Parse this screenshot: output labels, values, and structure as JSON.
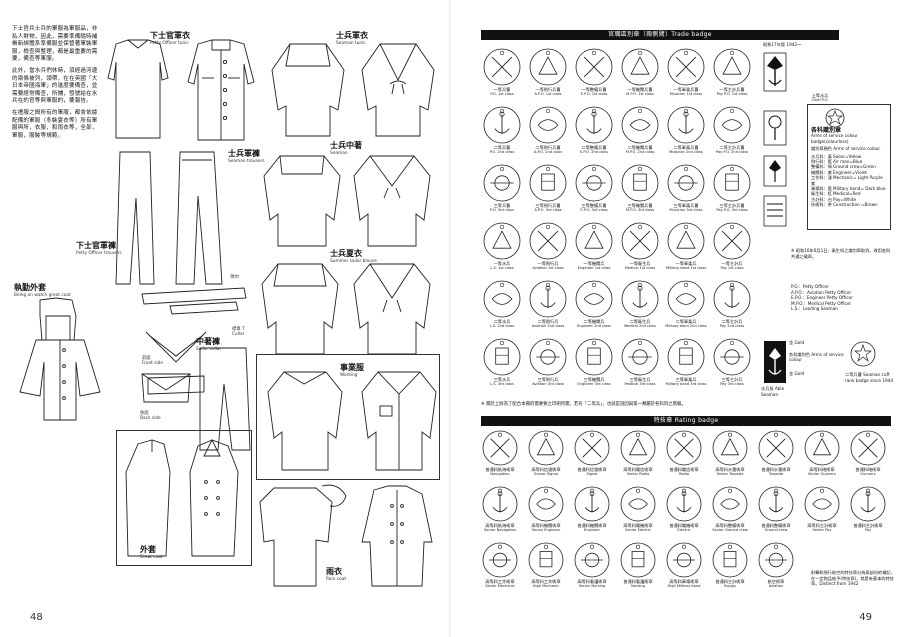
{
  "left_page": {
    "page_number": "48",
    "intro_paragraphs": [
      "下士官兵士兵的軍服為軍服品，非私人財物，因此，需要準備隨時補帳新綁體系準備服並保管著軍裝軍服，檢查與整理，都是最重要的需要，備查等軍服。",
      "此外，當水兵們休時，須經過河邊的兩條被列，領帶，在在英國「大日本帝國海軍」的進度要備查，並需要經常備查，所鋪，發號給在水兵在的官等與軍服的，要報告。",
      "在禮服之間所有的軍服，都會依據配備的軍服（冬裝夏衣等）所有軍服與所，衣服，和雨衣等，全部，軍服，服裝等規範。"
    ],
    "figures": [
      {
        "zh": "下士官軍衣",
        "en": "Petty Officer tunic"
      },
      {
        "zh": "士兵軍衣",
        "en": "Seaman tunic"
      },
      {
        "zh": "士兵軍褲",
        "en": "Seaman trousers"
      },
      {
        "zh": "士兵中著",
        "en": "Seaman"
      },
      {
        "zh": "下士官軍褲",
        "en": "Petty Officer trousers"
      },
      {
        "zh": "士兵夏衣",
        "en": "Summer sailor blouse"
      },
      {
        "zh": "執勤外套",
        "en": "Being on watch great coat"
      },
      {
        "zh": "領巾",
        "en": ""
      },
      {
        "zh": "襟章 T",
        "en": "Collar"
      },
      {
        "zh": "前面",
        "en": "Front side"
      },
      {
        "zh": "中著褲",
        "en": "Sailor collar"
      },
      {
        "zh": "事業服",
        "en": "Working"
      },
      {
        "zh": "後面",
        "en": "Back side"
      },
      {
        "zh": "外套",
        "en": "Great coat"
      },
      {
        "zh": "雨衣",
        "en": "Rain coat"
      }
    ]
  },
  "right_page": {
    "page_number": "49",
    "trade_header": "官職區別章（兩側臂）Trade badge",
    "rating_header": "特技章  Rating badge",
    "trade_note": "昭和17年版 1942〜",
    "chief_label": {
      "zh": "上等水兵",
      "en": "Chief P.O."
    },
    "trade_rows": [
      [
        {
          "zh": "一等兵曹",
          "en": "P.O. 1st class"
        },
        {
          "zh": "一等飛行兵曹",
          "en": "A.P.O. 1st class"
        },
        {
          "zh": "一等整備兵曹",
          "en": "E.P.O. 1st class"
        },
        {
          "zh": "一等機關兵曹",
          "en": "M.P.O. 1st class"
        },
        {
          "zh": "一等軍楽兵曹",
          "en": "Musician 1st class"
        },
        {
          "zh": "一等主計兵曹",
          "en": "Pay P.O. 1st class"
        }
      ],
      [
        {
          "zh": "二等兵曹",
          "en": "P.O. 2nd class"
        },
        {
          "zh": "二等飛行兵曹",
          "en": "A.P.O. 2nd class"
        },
        {
          "zh": "二等整備兵曹",
          "en": "E.P.O. 2nd class"
        },
        {
          "zh": "二等機關兵曹",
          "en": "M.P.O. 2nd class"
        },
        {
          "zh": "二等軍楽兵曹",
          "en": "Musician 2nd class"
        },
        {
          "zh": "二等主計兵曹",
          "en": "Pay P.O. 2nd class"
        }
      ],
      [
        {
          "zh": "三等兵曹",
          "en": "P.O. 3rd class"
        },
        {
          "zh": "三等飛行兵曹",
          "en": "A.P.O. 3rd class"
        },
        {
          "zh": "三等整備兵曹",
          "en": "E.P.O. 3rd class"
        },
        {
          "zh": "三等機關兵曹",
          "en": "M.P.O. 3rd class"
        },
        {
          "zh": "三等軍楽兵曹",
          "en": "Musician 3rd class"
        },
        {
          "zh": "三等主計兵曹",
          "en": "Pay P.O. 3rd class"
        }
      ],
      [
        {
          "zh": "一等水兵",
          "en": "L.S. 1st class"
        },
        {
          "zh": "一等飛行兵",
          "en": "Aviation 1st class"
        },
        {
          "zh": "一等機關兵",
          "en": "Engineer 1st class"
        },
        {
          "zh": "一等衛生兵",
          "en": "Medical 1st class"
        },
        {
          "zh": "一等軍楽兵",
          "en": "Military band 1st class"
        },
        {
          "zh": "一等主計兵",
          "en": "Pay 1st class"
        }
      ],
      [
        {
          "zh": "二等水兵",
          "en": "L.S. 2nd class"
        },
        {
          "zh": "二等飛行兵",
          "en": "Aviation 2nd class"
        },
        {
          "zh": "二等機關兵",
          "en": "Engineer 2nd class"
        },
        {
          "zh": "二等衛生兵",
          "en": "Medical 2nd class"
        },
        {
          "zh": "二等軍楽兵",
          "en": "Military band 2nd class"
        },
        {
          "zh": "二等主計兵",
          "en": "Pay 2nd class"
        }
      ],
      [
        {
          "zh": "三等水兵",
          "en": "L.S. 3rd class"
        },
        {
          "zh": "三等飛行兵",
          "en": "Aviation 3rd class"
        },
        {
          "zh": "三等機關兵",
          "en": "Engineer 3rd class"
        },
        {
          "zh": "三等衛生兵",
          "en": "Medical 3rd class"
        },
        {
          "zh": "三等軍楽兵",
          "en": "Military band 3rd class"
        },
        {
          "zh": "三等主計兵",
          "en": "Pay 3rd class"
        }
      ]
    ],
    "legend": {
      "title": "各科識別章",
      "subtitle": "Arms of service colour badge(colourless)",
      "lead": "識別章顏色  Arms of service colour",
      "rows": [
        {
          "k": "水兵科：黃",
          "v": "Sailor=Yellow"
        },
        {
          "k": "飛行科：藍",
          "v": "Air man=Blue"
        },
        {
          "k": "整備科：綠",
          "v": "Ground crew=Green"
        },
        {
          "k": "機關科：紫",
          "v": "Engineer=Violet"
        },
        {
          "k": "工作科：淺紫",
          "v": "Mechanic= Light Purple"
        },
        {
          "k": "軍樂科：藍",
          "v": "Military band= Dark blue"
        },
        {
          "k": "衛生科：紅",
          "v": "Medical=Red"
        },
        {
          "k": "主計科：白",
          "v": "Pay=White"
        },
        {
          "k": "技術科：茶",
          "v": "Construction =Brown"
        }
      ]
    },
    "side_note_1": "※ 昭和16年6月1日，衛生科之識別章取消，改用各科共通之徽章。",
    "po_list": [
      "P.O.：Petty Officer",
      "A.P.O.：Aviation Petty Officer",
      "E.P.O.：Engineer Petty Officer",
      "M.P.O.：Medical Petty Officer",
      "L.S.：Leading Seaman"
    ],
    "bottom_side": {
      "gold_1": "金 Gold",
      "arms_label": "各科識別色 Arms of service colour",
      "gold_2": "金 Gold",
      "able_seaman": "水兵長 Able Seaman",
      "seaman_cuff": "二等兵曹 Seaman cuff rank badge since 1944"
    },
    "trade_footnote": "※ 關於上尉為了配合本冊的需要要之印刷所需，若有「二等兵」，也就是說因與第一類屬於各科目之階級。",
    "rating_rows": [
      [
        {
          "zh": "普通科航海術章",
          "en": "Navigation"
        },
        {
          "zh": "高等科信號術章",
          "en": "Senior Signal"
        },
        {
          "zh": "普通科信號術章",
          "en": "Signal"
        },
        {
          "zh": "高等科電信術章",
          "en": "Senior Radio"
        },
        {
          "zh": "普通科電信術章",
          "en": "Radio"
        },
        {
          "zh": "高等科水雷術章",
          "en": "Senior Torpedo"
        },
        {
          "zh": "普通科水雷術章",
          "en": "Torpedo"
        },
        {
          "zh": "高等科砲術章",
          "en": "Senior Gunnery"
        },
        {
          "zh": "普通科砲術章",
          "en": "Gunnery"
        }
      ],
      [
        {
          "zh": "高等科航海術章",
          "en": "Senior Navigation"
        },
        {
          "zh": "高等科機關術章",
          "en": "Senior Engineer"
        },
        {
          "zh": "普通科機關術章",
          "en": "Engineer"
        },
        {
          "zh": "高等科電機術章",
          "en": "Senior Electric"
        },
        {
          "zh": "普通科電機術章",
          "en": "Electric"
        },
        {
          "zh": "高等科整備術章",
          "en": "Senior Ground crew"
        },
        {
          "zh": "普通科整備術章",
          "en": "Ground crew"
        },
        {
          "zh": "高等科主計術章",
          "en": "Senior Pay"
        },
        {
          "zh": "普通科主計術章",
          "en": "Pay"
        }
      ],
      [
        {
          "zh": "高等科工作術章",
          "en": "Senior Mechanic"
        },
        {
          "zh": "高等科工作術章",
          "en": "High Mechanic"
        },
        {
          "zh": "高等科看護術章",
          "en": "Senior Nursing"
        },
        {
          "zh": "普通科看護術章",
          "en": "Nursing"
        },
        {
          "zh": "高等科軍樂術章",
          "en": "High Military band"
        },
        {
          "zh": "普通科主計術章",
          "en": "Supply"
        },
        {
          "zh": "航空術章",
          "en": "Aviation"
        }
      ]
    ],
    "rating_note": "射擊和飛行航空的特技章分為兩部份的補記，在一定物品給予(特技章)，其是有基本的特技章。Distinct from 1942"
  }
}
